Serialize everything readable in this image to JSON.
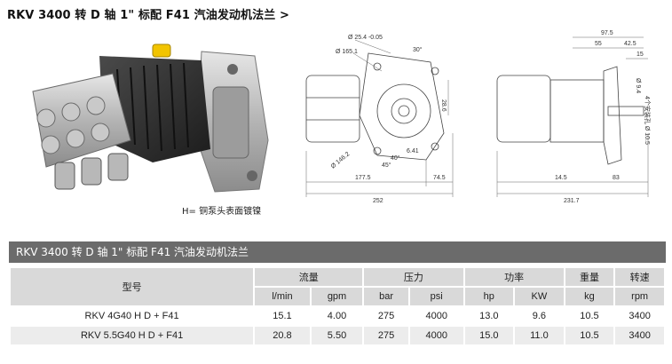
{
  "title": "RKV 3400 转 D 轴 1\" 标配 F41 汽油发动机法兰 >",
  "caption": "H= 铜泵头表面镀镍",
  "front_view": {
    "dims": [
      "Ø 25.4 -0.05",
      "Ø 165.1",
      "30°",
      "28.6",
      "Ø 146.2",
      "40°",
      "45°",
      "6.41",
      "177.5",
      "74.5",
      "252"
    ]
  },
  "side_view": {
    "dims": [
      "97.5",
      "55",
      "42.5",
      "15",
      "Ø 9.4",
      "4个安装孔 Ø 10.5",
      "14.5",
      "83",
      "231.7"
    ]
  },
  "section_title": "RKV 3400 转 D 轴 1\" 标配 F41 汽油发动机法兰",
  "table": {
    "model_header": "型号",
    "groups": [
      "流量",
      "压力",
      "功率",
      "重量",
      "转速"
    ],
    "units": [
      "l/min",
      "gpm",
      "bar",
      "psi",
      "hp",
      "KW",
      "kg",
      "rpm"
    ],
    "rows": [
      [
        "RKV 4G40 H D + F41",
        "15.1",
        "4.00",
        "275",
        "4000",
        "13.0",
        "9.6",
        "10.5",
        "3400"
      ],
      [
        "RKV 5.5G40 H D + F41",
        "20.8",
        "5.50",
        "275",
        "4000",
        "15.0",
        "11.0",
        "10.5",
        "3400"
      ]
    ]
  }
}
